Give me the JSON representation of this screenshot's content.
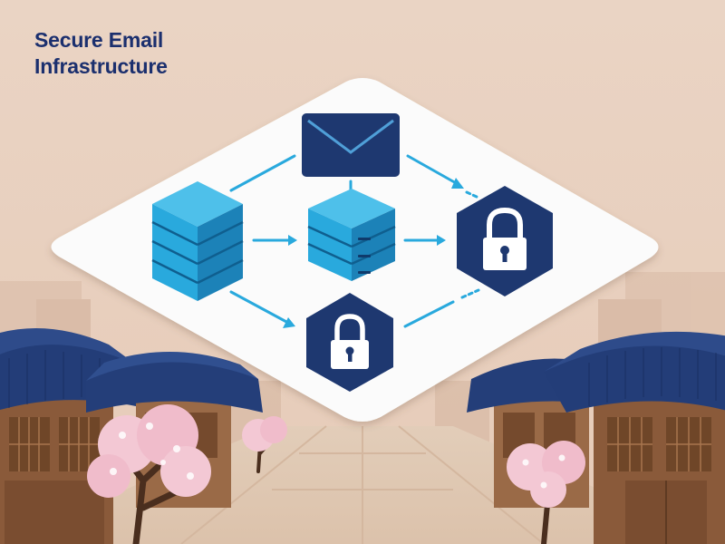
{
  "title": {
    "lines": [
      "Secure Email",
      "Infrastructure"
    ],
    "color": "#1b2f6e"
  },
  "palette": {
    "sky": "#ead3c2",
    "navy": "#1e3870",
    "cyan": "#29a9dd",
    "cyan_dark": "#1c82b8",
    "panel": "#fbfbfb",
    "blossom": "#f2c7d3",
    "wood": "#8a5a3a"
  },
  "diagram": {
    "nodes": [
      {
        "name": "email-envelope-icon",
        "kind": "envelope"
      },
      {
        "name": "mail-server-stack-left-icon",
        "kind": "server-stack"
      },
      {
        "name": "mail-server-center-icon",
        "kind": "server"
      },
      {
        "name": "padlock-hexagon-right-icon",
        "kind": "lock-hexagon"
      },
      {
        "name": "padlock-hexagon-bottom-icon",
        "kind": "lock-hexagon"
      }
    ],
    "connections": [
      {
        "from": "mail-server-stack-left-icon",
        "to": "email-envelope-icon"
      },
      {
        "from": "email-envelope-icon",
        "to": "padlock-hexagon-right-icon"
      },
      {
        "from": "mail-server-stack-left-icon",
        "to": "mail-server-center-icon"
      },
      {
        "from": "mail-server-center-icon",
        "to": "padlock-hexagon-right-icon"
      },
      {
        "from": "mail-server-center-icon",
        "to": "email-envelope-icon"
      },
      {
        "from": "mail-server-stack-left-icon",
        "to": "padlock-hexagon-bottom-icon"
      },
      {
        "from": "padlock-hexagon-bottom-icon",
        "to": "padlock-hexagon-right-icon"
      }
    ]
  }
}
